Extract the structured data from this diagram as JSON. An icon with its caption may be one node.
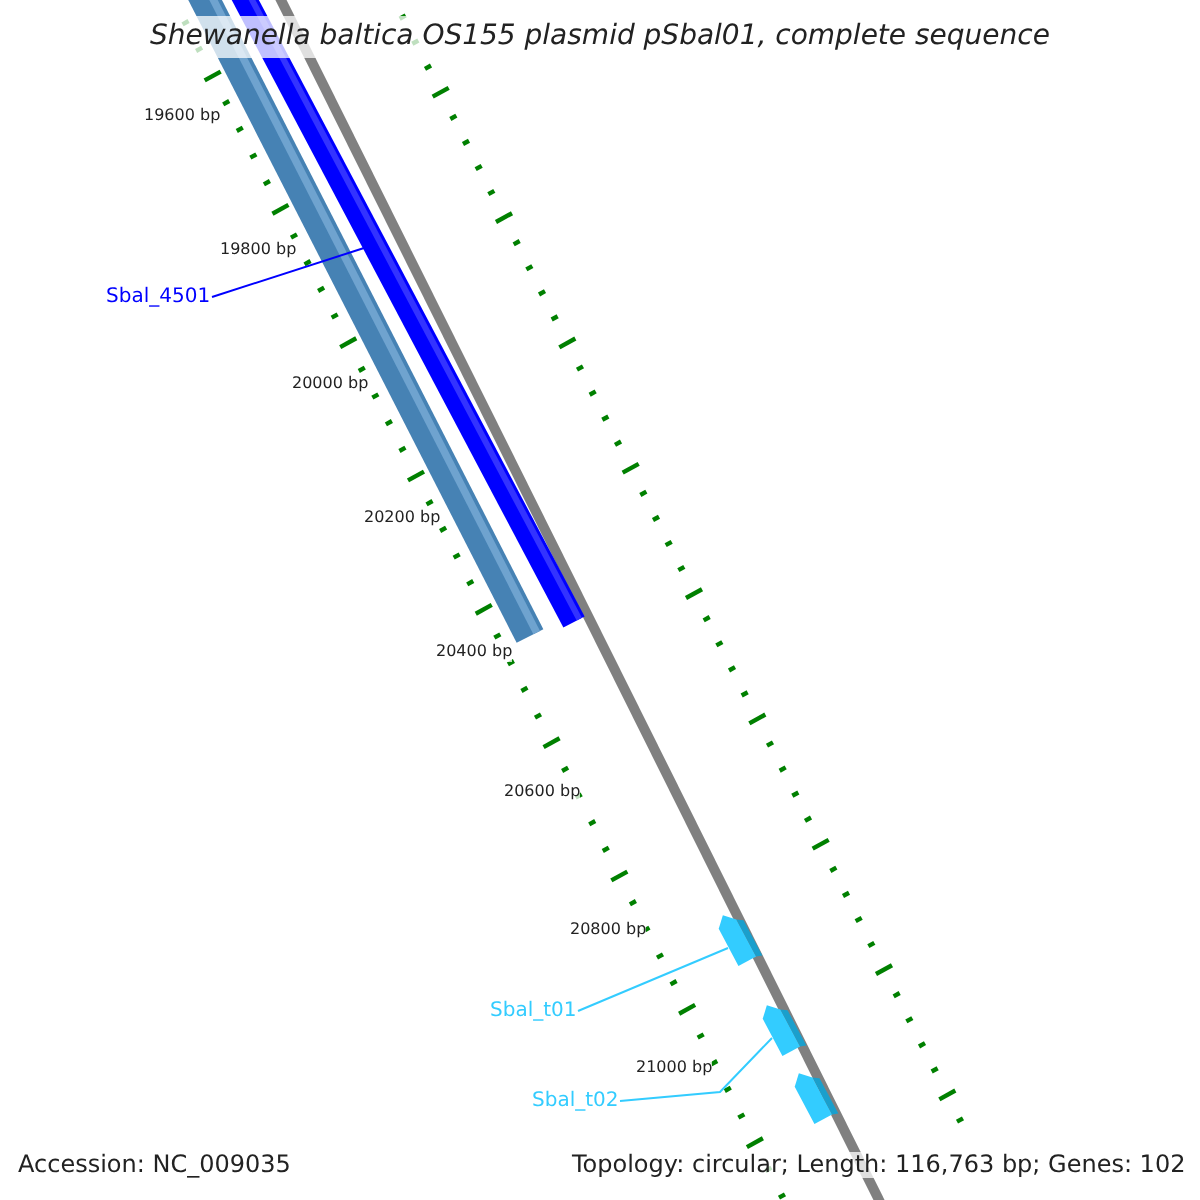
{
  "diagram": {
    "title": "Shewanella baltica OS155 plasmid pSbal01, complete sequence",
    "nodes": [
      {
        "text": [
          "Sbal_4501"
        ]
      },
      {
        "text": [
          "Sbal_t01"
        ]
      },
      {
        "text": [
          "Sbal_t02"
        ]
      },
      {
        "text": [],
        "shape": "bar"
      },
      {
        "text": [],
        "shape": "bar"
      },
      {
        "text": [],
        "shape": "box"
      },
      {
        "text": [],
        "shape": "box"
      },
      {
        "text": [],
        "shape": "box"
      }
    ],
    "edges": [
      {
        "from": 0,
        "to": 4,
        "arrow": "none",
        "color": "#0000ff"
      },
      {
        "from": 1,
        "to": 5,
        "arrow": "none",
        "color": "#33ccff"
      },
      {
        "from": 2,
        "to": 6,
        "arrow": "none",
        "color": "#33ccff"
      }
    ],
    "labels": [
      "19600 bp",
      "19800 bp",
      "20000 bp",
      "20200 bp",
      "20400 bp",
      "20600 bp",
      "20800 bp",
      "21000 bp",
      "Accession: NC_009035",
      "Topology: circular; Length: 116,763 bp; Genes: 102"
    ]
  }
}
